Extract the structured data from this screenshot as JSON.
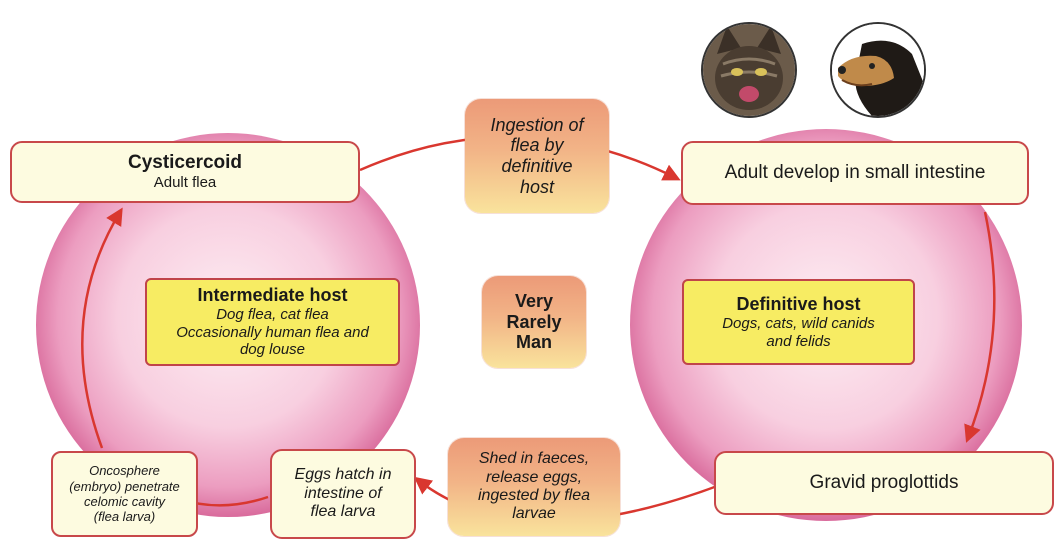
{
  "cycle": {
    "cysticercoid": {
      "title": "Cysticercoid",
      "subtitle": "Adult flea"
    },
    "adult_develop": "Adult develop in small intestine",
    "gravid": "Gravid proglottids",
    "eggs_hatch": [
      "Eggs hatch in",
      "intestine of",
      "flea larva"
    ],
    "oncosphere": [
      "Oncosphere",
      "(embryo) penetrate",
      "celomic cavity",
      "(flea larva)"
    ],
    "ingestion": [
      "Ingestion of",
      "flea by",
      "definitive",
      "host"
    ],
    "shed": [
      "Shed in faeces,",
      "release eggs,",
      "ingested by flea",
      "larvae"
    ],
    "man": [
      "Very",
      "Rarely",
      "Man"
    ]
  },
  "intermediate": {
    "title": "Intermediate host",
    "lines": [
      "Dog flea, cat flea",
      "Occasionally human flea and",
      "dog louse"
    ]
  },
  "definitive": {
    "title": "Definitive host",
    "lines": [
      "Dogs, cats, wild canids",
      "and felids"
    ]
  },
  "photos": {
    "cat": "cat",
    "dog": "dog"
  },
  "colors": {
    "arrow": "#d9372f",
    "circle_edge": "#e07ca0",
    "circle_center": "#fde9ef",
    "host_box": "#f7ec63"
  }
}
